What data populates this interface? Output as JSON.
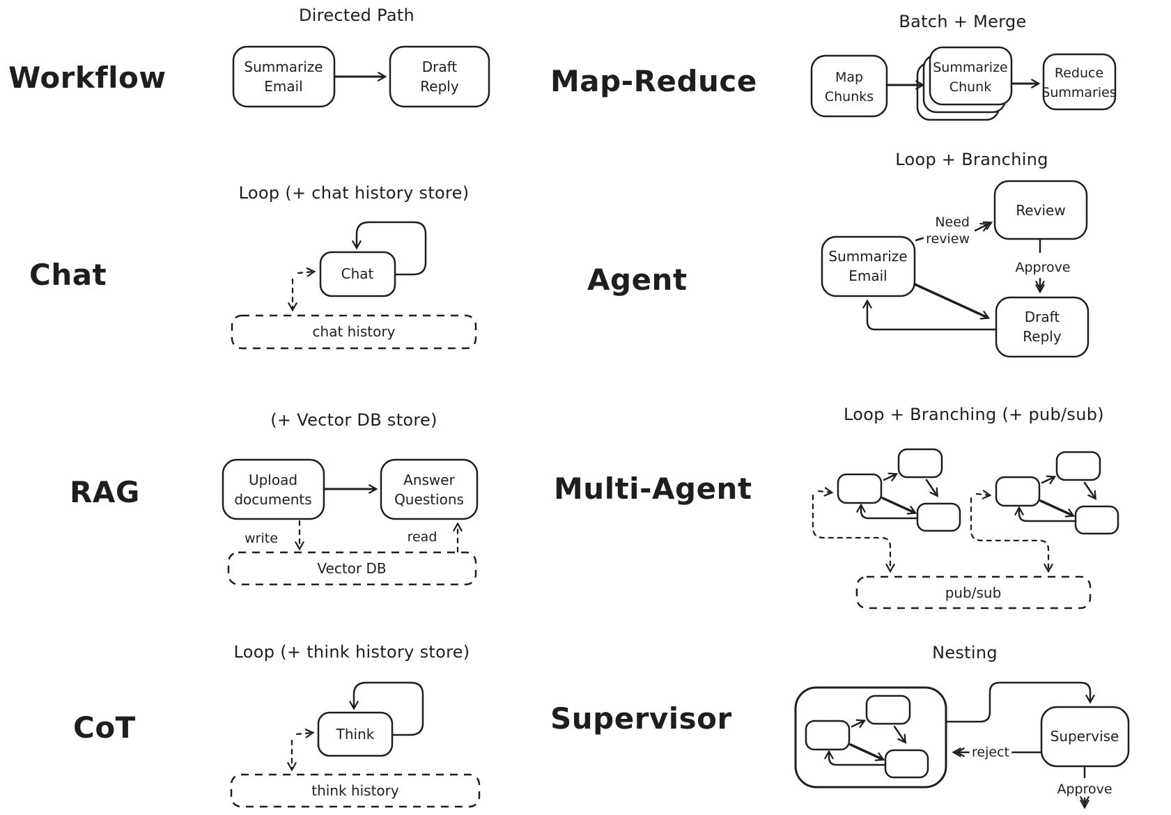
{
  "colors": {
    "ink": "#1e1e1e",
    "background": "#ffffff"
  },
  "workflow": {
    "label": "Workflow",
    "title": "Directed Path",
    "node_summarize": {
      "l1": "Summarize",
      "l2": "Email"
    },
    "node_draft": {
      "l1": "Draft",
      "l2": "Reply"
    }
  },
  "map_reduce": {
    "label": "Map-Reduce",
    "title": "Batch + Merge",
    "node_map": {
      "l1": "Map",
      "l2": "Chunks"
    },
    "node_summarize": {
      "l1": "Summarize",
      "l2": "Chunk"
    },
    "node_reduce": {
      "l1": "Reduce",
      "l2": "Summaries"
    }
  },
  "chat": {
    "label": "Chat",
    "title": "Loop (+ chat history store)",
    "node_chat": "Chat",
    "store": "chat history"
  },
  "agent": {
    "label": "Agent",
    "title": "Loop + Branching",
    "node_review": "Review",
    "node_summarize": {
      "l1": "Summarize",
      "l2": "Email"
    },
    "node_draft": {
      "l1": "Draft",
      "l2": "Reply"
    },
    "edge_need_review": {
      "l1": "Need",
      "l2": "review"
    },
    "edge_approve": "Approve"
  },
  "rag": {
    "label": "RAG",
    "title": "(+ Vector DB store)",
    "node_upload": {
      "l1": "Upload",
      "l2": "documents"
    },
    "node_answer": {
      "l1": "Answer",
      "l2": "Questions"
    },
    "edge_write": "write",
    "edge_read": "read",
    "store": "Vector DB"
  },
  "multi_agent": {
    "label": "Multi-Agent",
    "title": "Loop + Branching (+ pub/sub)",
    "store": "pub/sub"
  },
  "cot": {
    "label": "CoT",
    "title": "Loop (+ think history store)",
    "node_think": "Think",
    "store": "think history"
  },
  "supervisor": {
    "label": "Supervisor",
    "title": "Nesting",
    "node_supervise": "Supervise",
    "edge_reject": "reject",
    "edge_approve": "Approve"
  }
}
